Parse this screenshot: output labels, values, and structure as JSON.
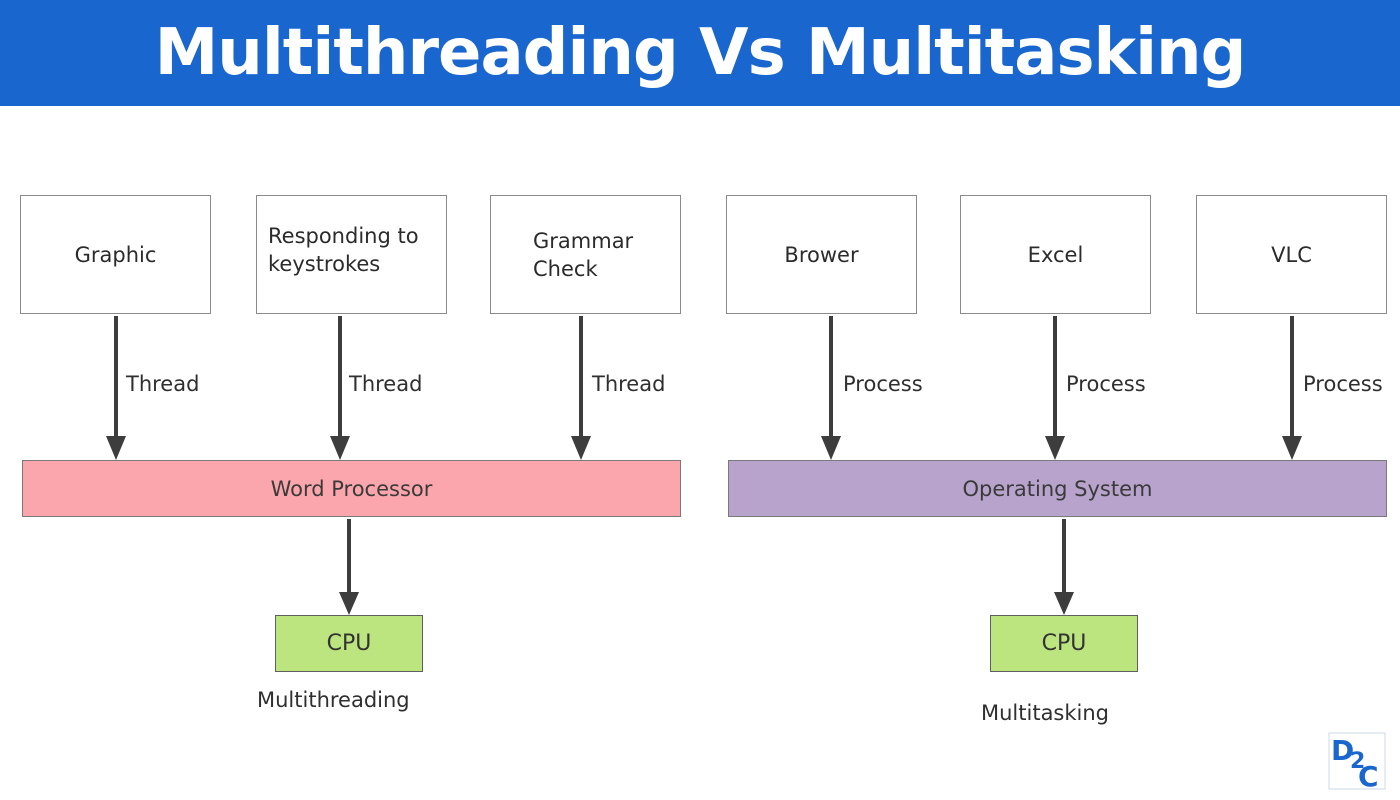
{
  "title": "Multithreading Vs Multitasking",
  "left": {
    "boxes": [
      "Graphic",
      "Responding to keystrokes",
      "Grammar Check"
    ],
    "edge_label": "Thread",
    "bar": "Word Processor",
    "cpu": "CPU",
    "caption": "Multithreading"
  },
  "right": {
    "boxes": [
      "Brower",
      "Excel",
      "VLC"
    ],
    "edge_label": "Process",
    "bar": "Operating System",
    "cpu": "CPU",
    "caption": "Multitasking"
  },
  "logo": "D2C",
  "colors": {
    "banner": "#1a66cf",
    "word_processor": "#fba5ad",
    "operating_system": "#b7a3cb",
    "cpu": "#bce57f"
  }
}
